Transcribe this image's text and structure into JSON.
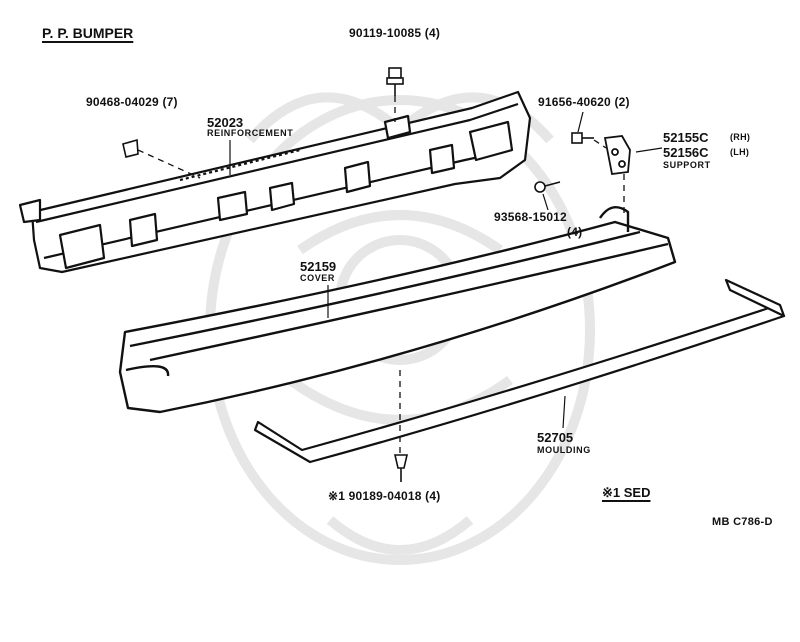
{
  "title": "P. P. BUMPER",
  "note": "※1 SED",
  "diagram_code": "MB  C786-D",
  "colors": {
    "ink": "#111111",
    "watermark": "#d9d9d9"
  },
  "icons": [
    "watermark-crest-icon"
  ],
  "parts": {
    "bolt_top": {
      "number": "90119-10085 (4)"
    },
    "clip": {
      "number": "90468-04029 (7)"
    },
    "reinforcement": {
      "number": "52023",
      "name": "REINFORCEMENT"
    },
    "bolt_right": {
      "number": "91656-40620 (2)"
    },
    "support": {
      "number_rh": "52155C",
      "side_rh": "(RH)",
      "number_lh": "52156C",
      "side_lh": "(LH)",
      "name": "SUPPORT"
    },
    "screw": {
      "number": "93568-15012",
      "qty": "(4)"
    },
    "cover": {
      "number": "52159",
      "name": "COVER"
    },
    "moulding": {
      "number": "52705",
      "name": "MOULDING"
    },
    "bottom_fastener": {
      "number": "※1 90189-04018 (4)"
    }
  }
}
